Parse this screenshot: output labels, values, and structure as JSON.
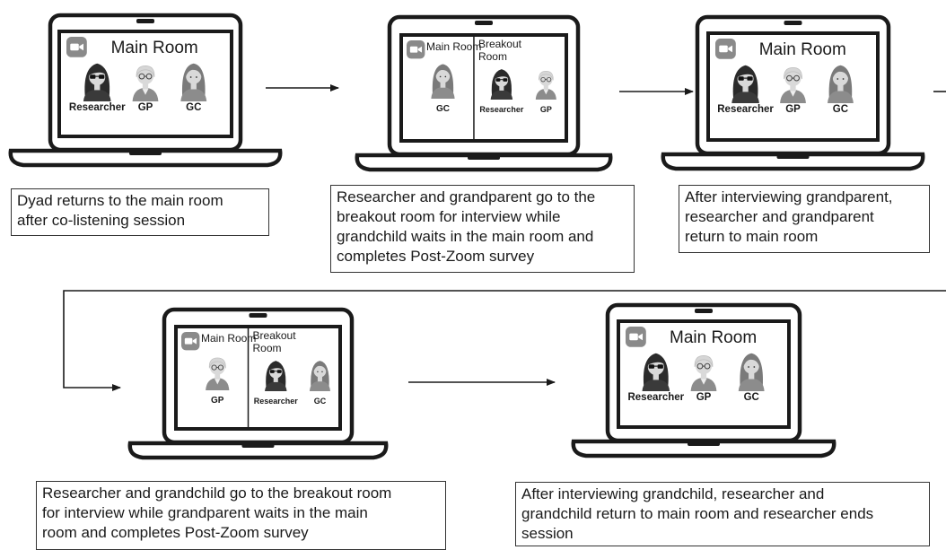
{
  "screens": [
    {
      "id": "step1",
      "layout": "single",
      "room_title": "Main Room",
      "participants": [
        "Researcher",
        "GP",
        "GC"
      ]
    },
    {
      "id": "step2",
      "layout": "split",
      "left_title": "Main Room",
      "right_title_lines": [
        "Breakout",
        "Room"
      ],
      "left_participants": [
        "GC"
      ],
      "right_participants": [
        "Researcher",
        "GP"
      ]
    },
    {
      "id": "step3",
      "layout": "single",
      "room_title": "Main Room",
      "participants": [
        "Researcher",
        "GP",
        "GC"
      ]
    },
    {
      "id": "step4",
      "layout": "split",
      "left_title": "Main Room",
      "right_title_lines": [
        "Breakout",
        "Room"
      ],
      "left_participants": [
        "GP"
      ],
      "right_participants": [
        "Researcher",
        "GC"
      ]
    },
    {
      "id": "step5",
      "layout": "single",
      "room_title": "Main Room",
      "participants": [
        "Researcher",
        "GP",
        "GC"
      ]
    }
  ],
  "captions": [
    [
      "Dyad returns to the main room",
      "after co-listening session"
    ],
    [
      "Researcher and grandparent go to the",
      "breakout room for interview while",
      "grandchild waits in the main room and",
      "completes Post-Zoom survey"
    ],
    [
      "After interviewing grandparent,",
      "researcher and grandparent",
      "return to main room"
    ],
    [
      "Researcher and grandchild go to the breakout room",
      "for interview while grandparent waits in the main",
      "room and completes Post-Zoom survey"
    ],
    [
      "After interviewing grandchild, researcher and",
      "grandchild return to main room and researcher ends",
      "session"
    ]
  ],
  "colors": {
    "outline": "#1a1a1a",
    "zoom_icon": "#8a8a8a",
    "researcher_hair": "#2b2b2b",
    "gp_hair": "#d6d6d6",
    "gc_hair": "#7a7a7a",
    "skin": "#d9d9d9",
    "clothes_dark": "#3a3a3a",
    "clothes_mid": "#8c8c8c"
  },
  "icons": {
    "zoom": "video-camera-icon",
    "researcher": "researcher-avatar-icon",
    "gp": "grandparent-avatar-icon",
    "gc": "grandchild-avatar-icon"
  }
}
